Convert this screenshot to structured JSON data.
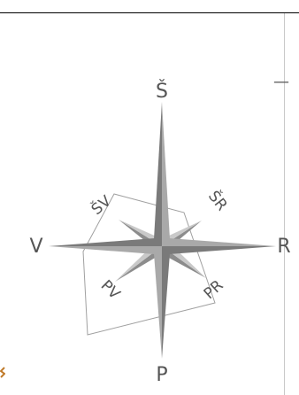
{
  "header": {
    "minus_symbol": "—"
  },
  "compass": {
    "north": "Š",
    "south": "P",
    "west": "V",
    "east": "R",
    "northeast": "ŠR",
    "northwest": "ŠV",
    "southeast": "PR",
    "southwest": "PV"
  },
  "colors": {
    "dark_point": "#7a7a7a",
    "light_point": "#a9a9a9",
    "inner_dark": "#8c8c8c",
    "inner_light": "#c9c9c9",
    "outline": "#a0a0a0",
    "corner_mark": "#c07a2a"
  }
}
